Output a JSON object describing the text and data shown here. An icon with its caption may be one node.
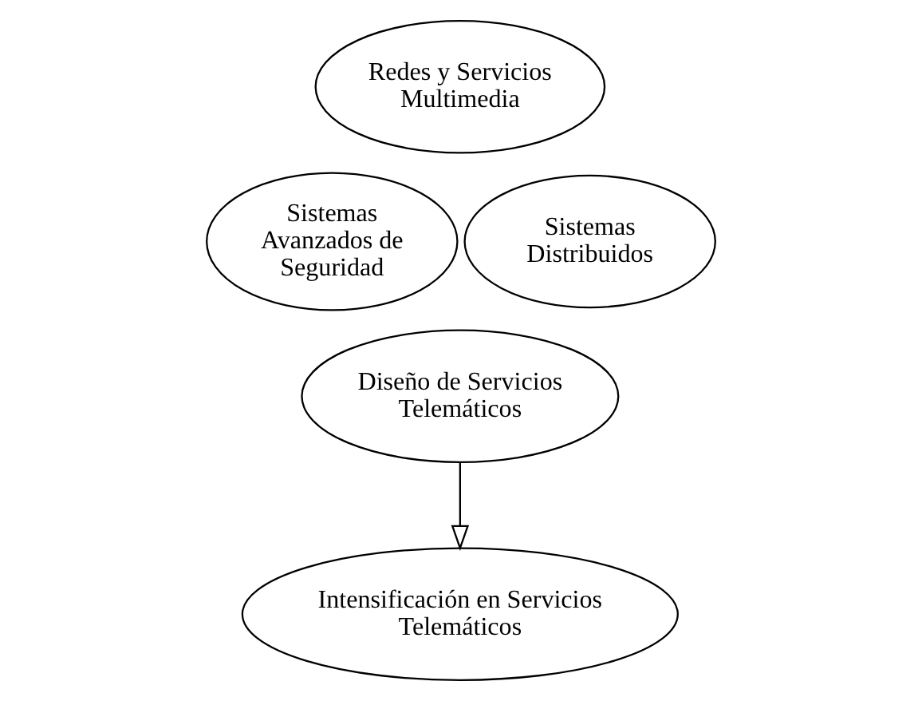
{
  "diagram": {
    "nodes": [
      {
        "text": [
          "Redes y Servicios Multimedia"
        ]
      },
      {
        "text": [
          "Sistemas Avanzados de Seguridad"
        ]
      },
      {
        "text": [
          "Sistemas Distribuidos"
        ]
      },
      {
        "text": [
          "Diseño de Servicios Telemáticos"
        ]
      },
      {
        "text": [
          "Intensificación en Servicios Telemáticos"
        ]
      }
    ],
    "edges": [
      {
        "from": 3,
        "to": 4,
        "arrow": "to"
      }
    ]
  }
}
